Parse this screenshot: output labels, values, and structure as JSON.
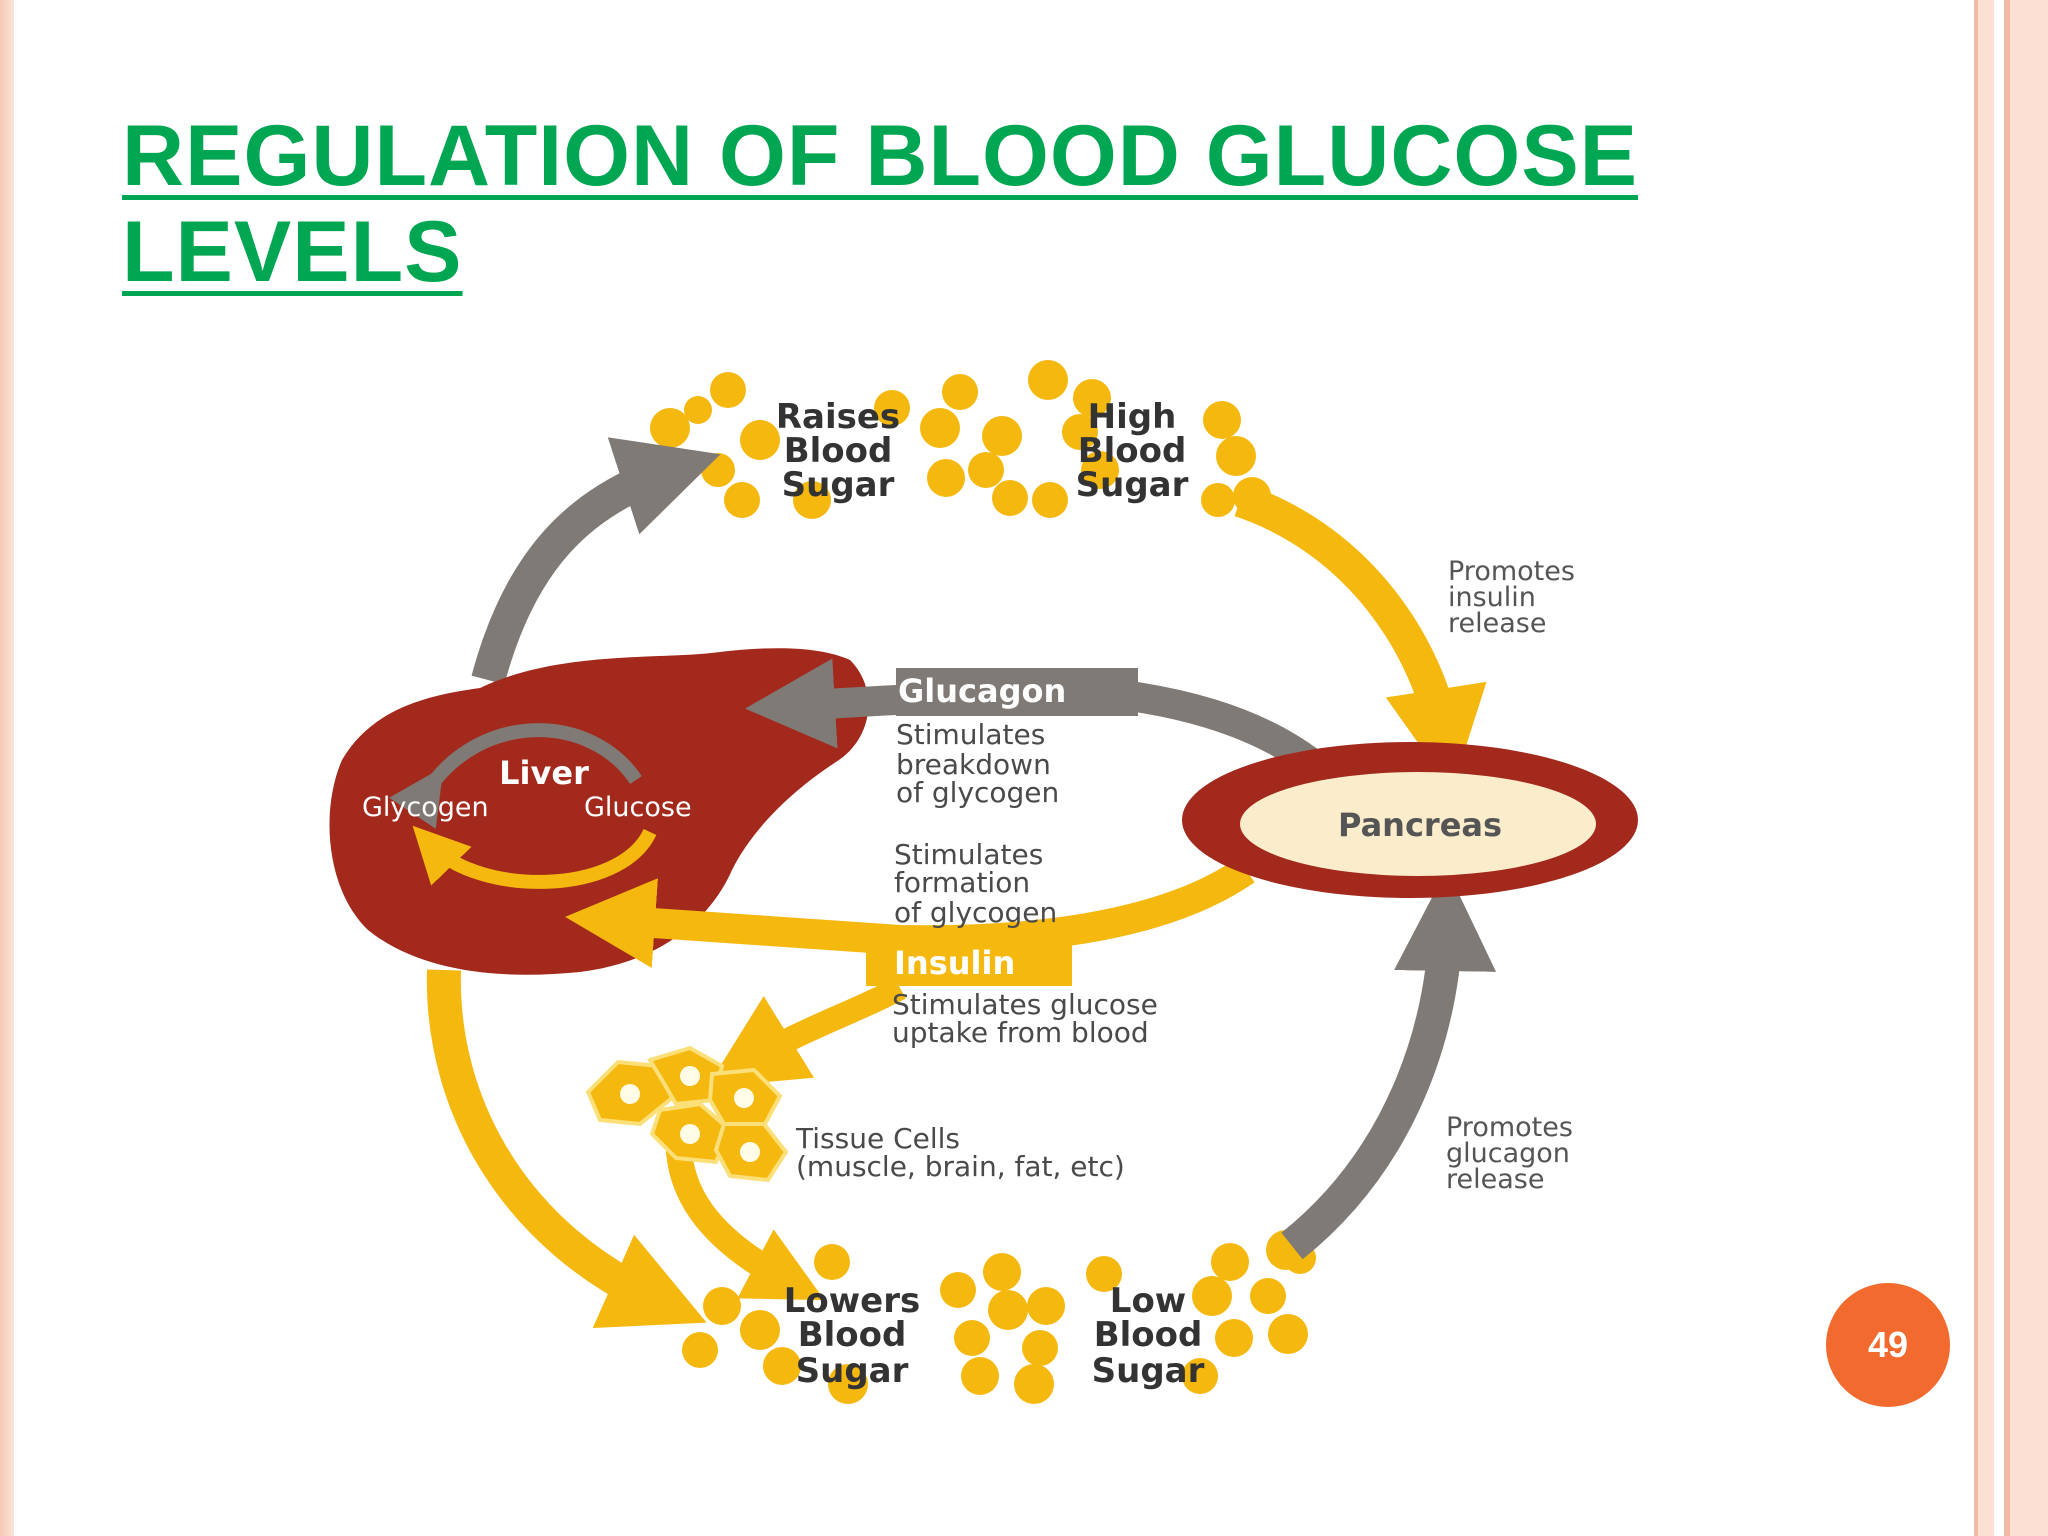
{
  "title": "REGULATION OF BLOOD GLUCOSE LEVELS",
  "page_number": "49",
  "colors": {
    "title_green": "#00a651",
    "glucose_yellow": "#f5b80f",
    "arrow_gray": "#7f7a76",
    "liver_red": "#a3291d",
    "pancreas_fill": "#fbeccb",
    "badge_orange": "#f26a2e"
  },
  "diagram": {
    "top_left": [
      "Raises",
      "Blood",
      "Sugar"
    ],
    "top_right": [
      "High",
      "Blood",
      "Sugar"
    ],
    "bottom_left": [
      "Lowers",
      "Blood",
      "Sugar"
    ],
    "bottom_right": [
      "Low",
      "Blood",
      "Sugar"
    ],
    "promotes_insulin": [
      "Promotes",
      "insulin",
      "release"
    ],
    "promotes_glucagon": [
      "Promotes",
      "glucagon",
      "release"
    ],
    "glucagon_label": "Glucagon",
    "glucagon_effect": [
      "Stimulates",
      "breakdown",
      "of glycogen"
    ],
    "insulin_effect": [
      "Stimulates",
      "formation",
      "of glycogen"
    ],
    "insulin_label": "Insulin",
    "uptake_effect": [
      "Stimulates glucose",
      "uptake from blood"
    ],
    "tissue_cells": [
      "Tissue Cells",
      "(muscle, brain, fat, etc)"
    ],
    "liver_label": "Liver",
    "glycogen_label": "Glycogen",
    "glucose_label": "Glucose",
    "pancreas_label": "Pancreas"
  }
}
